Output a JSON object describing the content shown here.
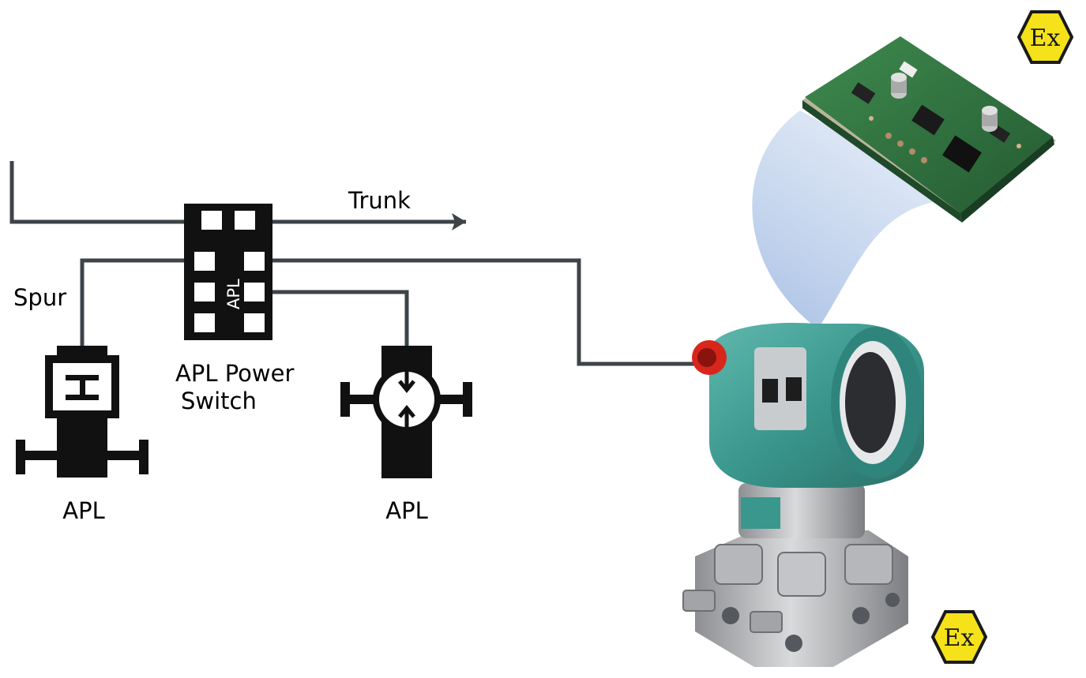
{
  "labels": {
    "trunk": "Trunk",
    "spur": "Spur",
    "switch_line1": "APL Power",
    "switch_line2": "Switch",
    "switch_vertical": "APL",
    "valve_label": "APL",
    "flowmeter_label": "APL",
    "ex_mark_top": "Ex",
    "ex_mark_bottom": "Ex"
  },
  "icons": {
    "switch": "apl-power-switch-icon",
    "valve": "control-valve-icon",
    "flowmeter": "flow-meter-icon",
    "transmitter": "pressure-transmitter-image",
    "module": "circuit-board-module-image",
    "ex": "ex-hazard-hexagon-icon"
  },
  "colors": {
    "line": "#3d4448",
    "symbol": "#111111",
    "ex_fill": "#f5e21a",
    "transmitter_body": "#3c9c92",
    "pcb_green": "#2f6f3e",
    "beam": "#8eaedc"
  }
}
